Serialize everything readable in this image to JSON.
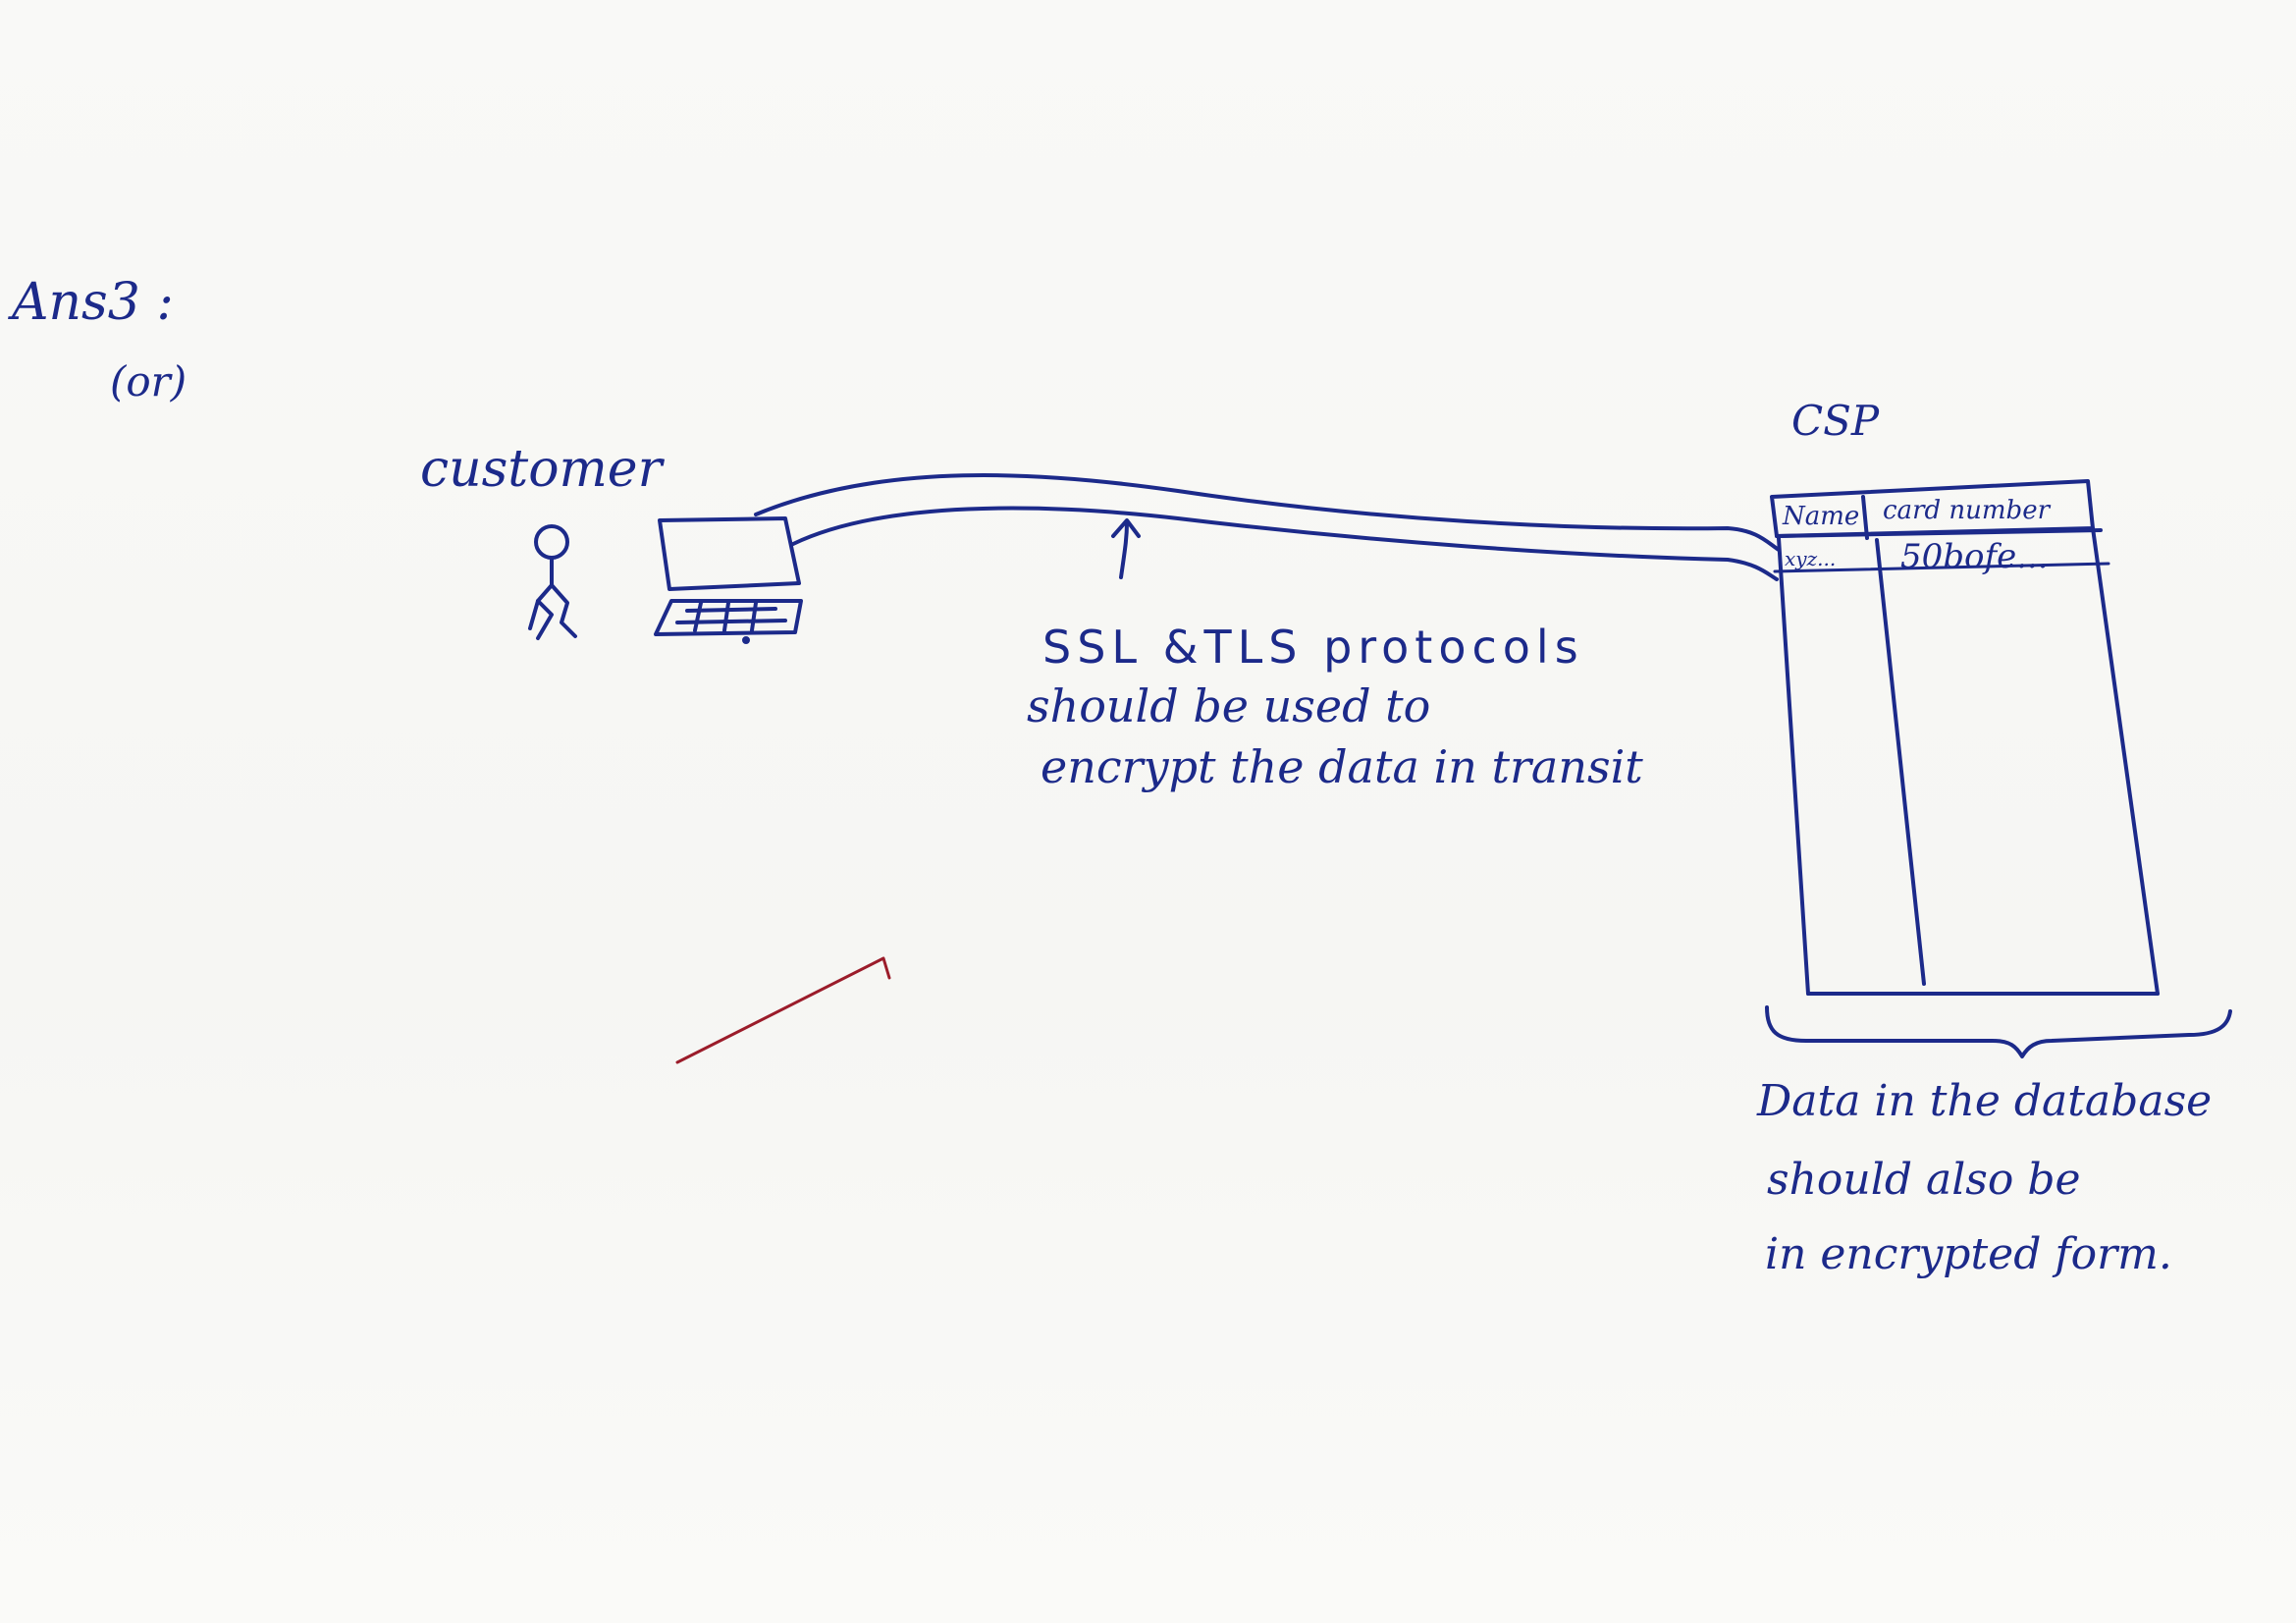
{
  "answer": {
    "label": "Ans3 :",
    "option": "(or)"
  },
  "customer": {
    "label": "customer"
  },
  "csp": {
    "label": "CSP",
    "table": {
      "headers": [
        "Name",
        "card number"
      ],
      "rows": [
        [
          "xyz...",
          "50bofe..."
        ]
      ]
    }
  },
  "transit_note": {
    "line1": "SSL &TLS protocols",
    "line2": "should be used to",
    "line3": "encrypt the data in transit"
  },
  "storage_note": {
    "line1": "Data in the database",
    "line2": "should also be",
    "line3": "in encrypted form."
  },
  "colors": {
    "ink": "#1c2a8a",
    "red_ink": "#9b1c2a",
    "paper": "#f7f7f5"
  },
  "icons": [
    "person-icon",
    "laptop-icon",
    "arrow-up-icon",
    "brace-icon"
  ]
}
